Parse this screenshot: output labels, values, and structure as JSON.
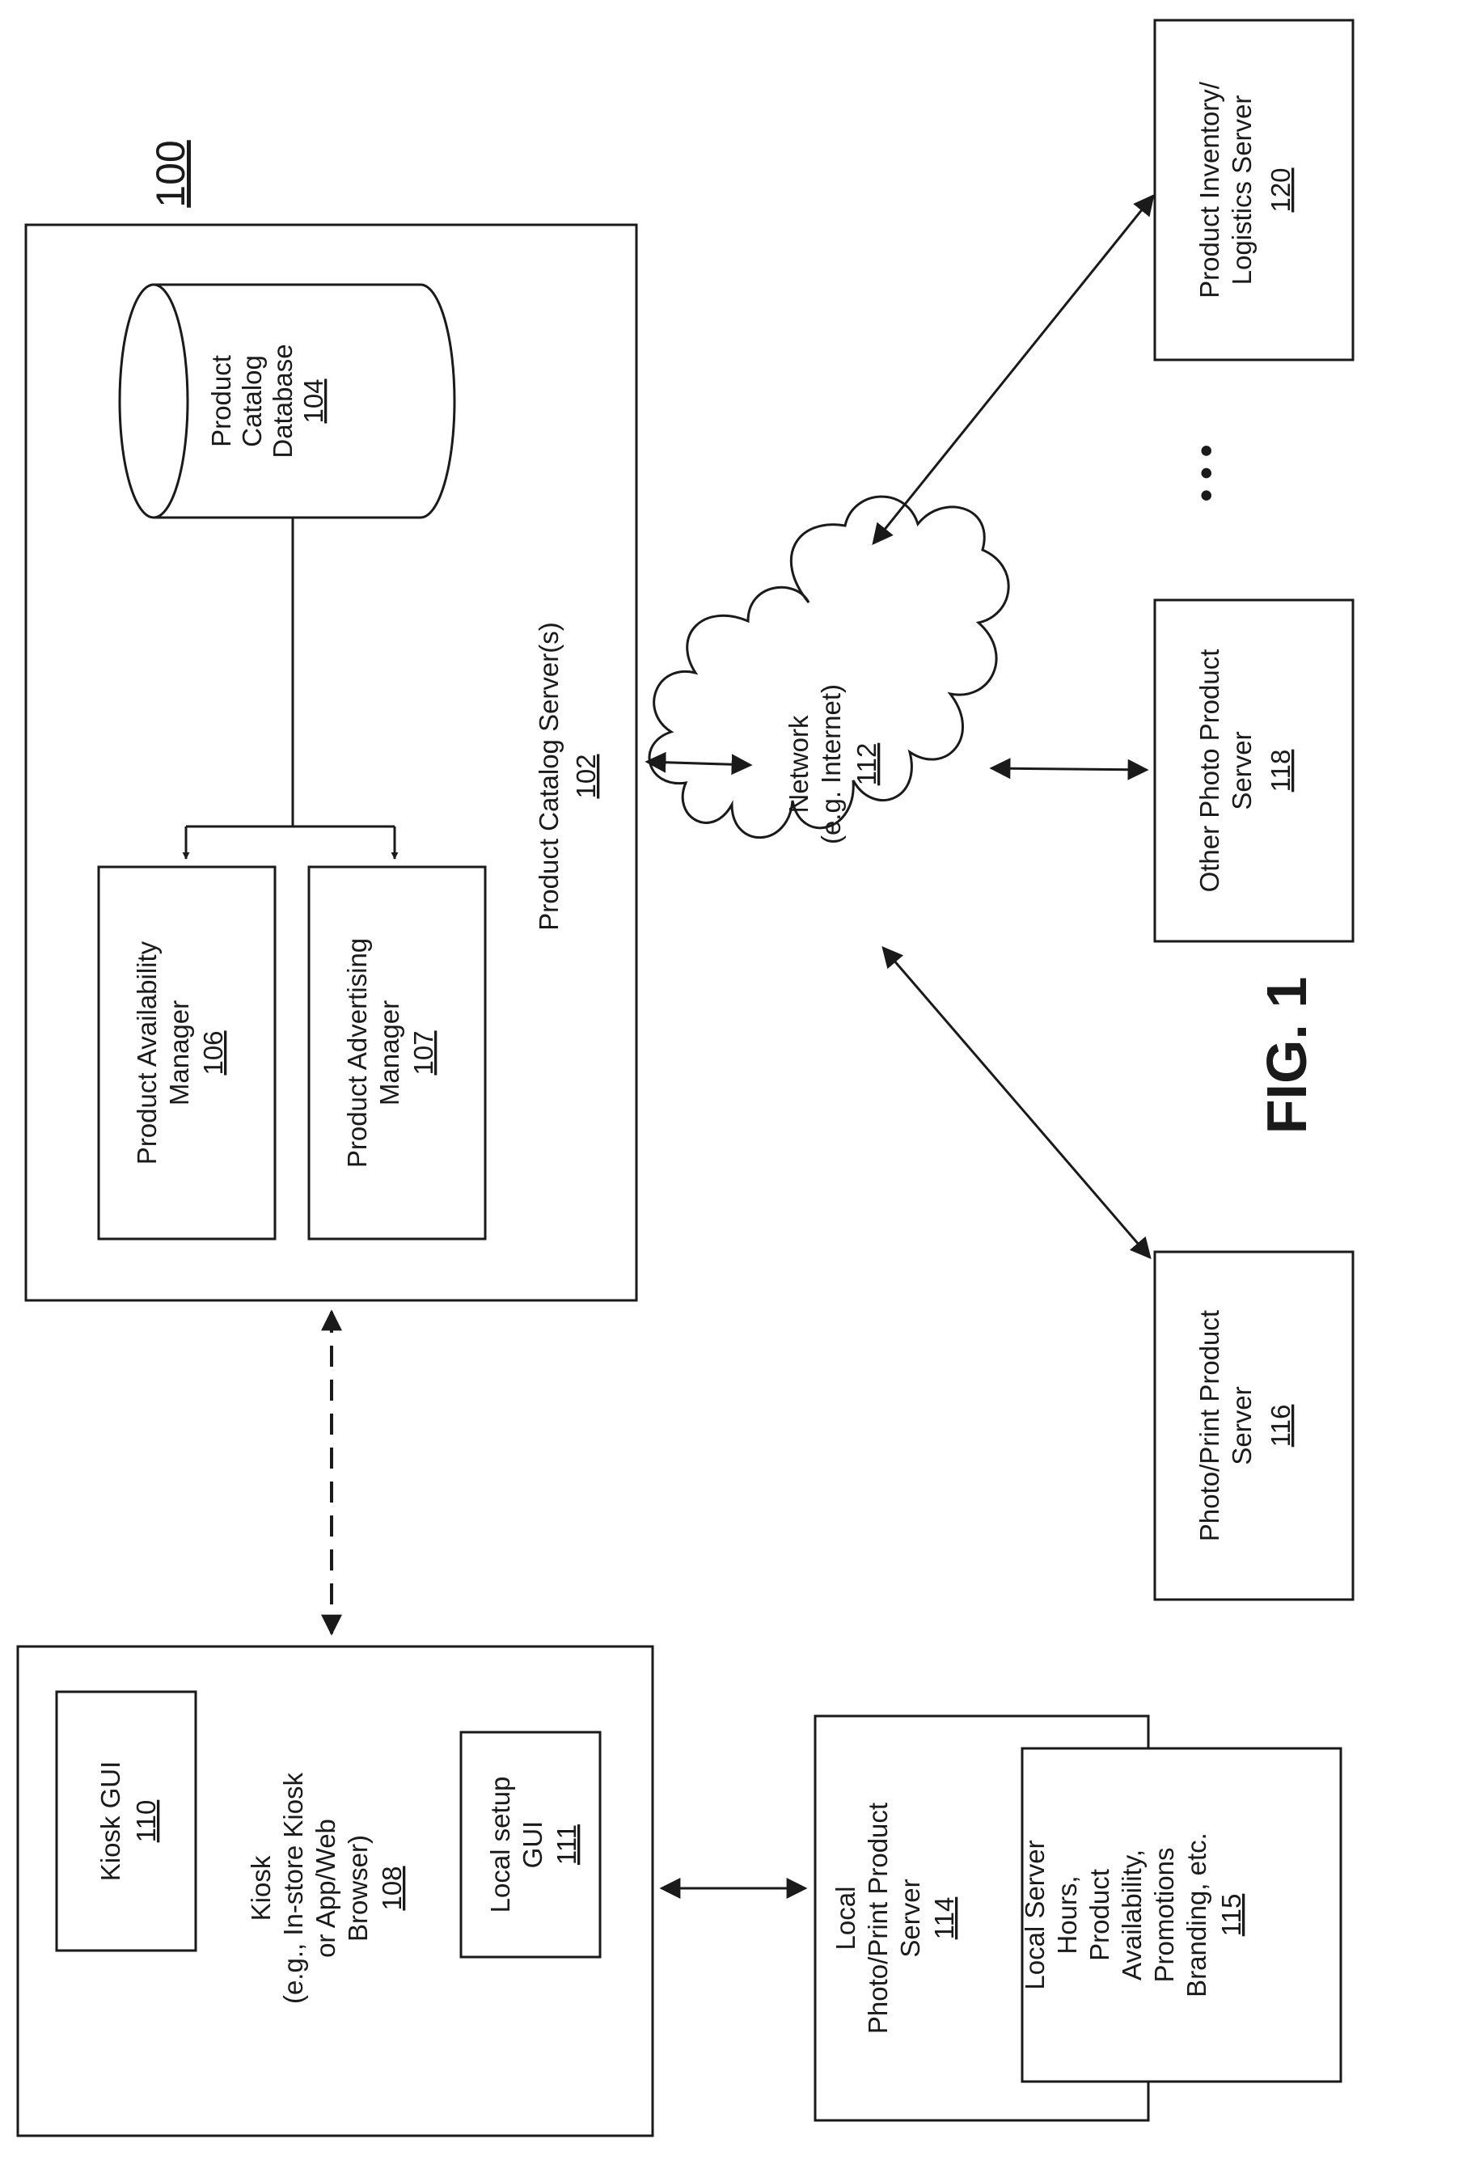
{
  "figure_ref": "100",
  "figure_label": "FIG. 1",
  "ellipsis": "• • •",
  "catalog_server": {
    "title": "Product Catalog Server(s)",
    "ref": "102"
  },
  "catalog_db": {
    "line1": "Product",
    "line2": "Catalog",
    "line3": "Database",
    "ref": "104"
  },
  "availability_manager": {
    "line1": "Product Availability",
    "line2": "Manager",
    "ref": "106"
  },
  "advertising_manager": {
    "line1": "Product Advertising",
    "line2": "Manager",
    "ref": "107"
  },
  "kiosk": {
    "line1": "Kiosk",
    "line2": "(e.g., In-store Kiosk",
    "line3": "or App/Web",
    "line4": "Browser)",
    "ref": "108"
  },
  "kiosk_gui": {
    "line1": "Kiosk GUI",
    "ref": "110"
  },
  "local_setup_gui": {
    "line1": "Local setup",
    "line2": "GUI",
    "ref": "111"
  },
  "network": {
    "line1": "Network",
    "line2": "(e.g. Internet)",
    "ref": "112"
  },
  "local_server": {
    "line1": "Local",
    "line2": "Photo/Print Product",
    "line3": "Server",
    "ref": "114"
  },
  "local_info": {
    "line1": "Local Server",
    "line2": "Hours,",
    "line3": "Product",
    "line4": "Availability,",
    "line5": "Promotions",
    "line6": "Branding, etc.",
    "ref": "115"
  },
  "photo_print_server": {
    "line1": "Photo/Print Product",
    "line2": "Server",
    "ref": "116"
  },
  "other_photo_server": {
    "line1": "Other Photo Product",
    "line2": "Server",
    "ref": "118"
  },
  "inventory_server": {
    "line1": "Product Inventory/",
    "line2": "Logistics Server",
    "ref": "120"
  }
}
